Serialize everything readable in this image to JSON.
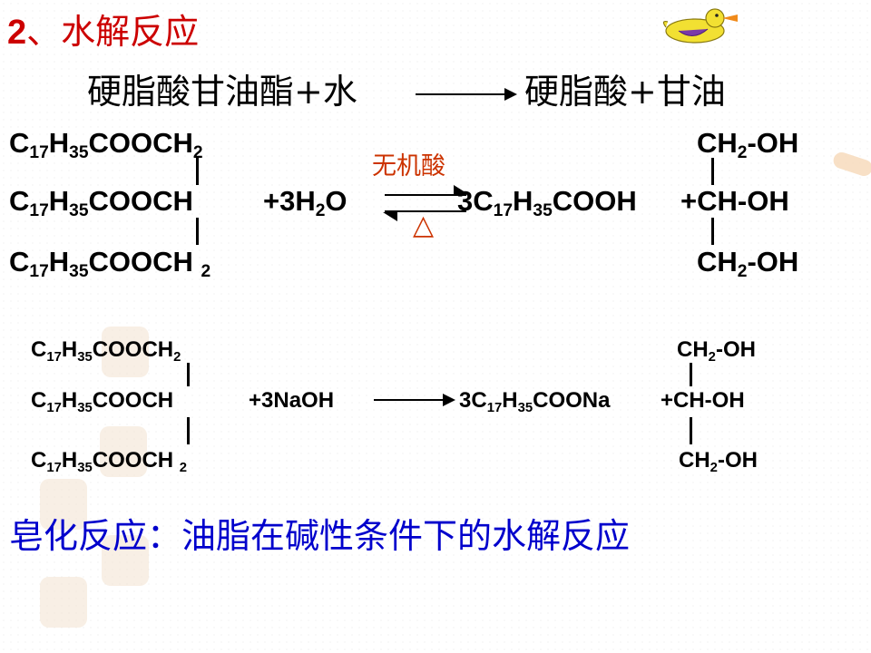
{
  "slide": {
    "heading_number": "2",
    "heading_separator": "、",
    "heading_text": "水解反应",
    "colors": {
      "heading_number": "#cc0000",
      "heading_text": "#cc0000",
      "word_equation": "#000000",
      "definition": "#0000cc",
      "catalyst": "#cc3300"
    }
  },
  "word_equation": {
    "left": "硬脂酸甘油酯+水",
    "right": "硬脂酸+甘油"
  },
  "acid_hydrolysis": {
    "row1_left": [
      "C",
      "17",
      "H",
      "35",
      "COOCH",
      "2"
    ],
    "row2_left": [
      "C",
      "17",
      "H",
      "35",
      "COOCH"
    ],
    "row3_left": [
      "C",
      "17",
      "H",
      "35",
      "COOCH ",
      "2"
    ],
    "reagent": [
      "+3H",
      "2",
      "O"
    ],
    "catalyst_top": "无机酸",
    "catalyst_bottom": "△",
    "product_acid": [
      "3C",
      "17",
      "H",
      "35",
      "COOH"
    ],
    "glycerol_row1": [
      "CH",
      "2",
      "-OH"
    ],
    "glycerol_row2": "+CH-OH",
    "glycerol_row3": [
      "CH",
      "2",
      "-OH"
    ]
  },
  "base_hydrolysis": {
    "row1_left": [
      "C",
      "17",
      "H",
      "35",
      "COOCH",
      "2"
    ],
    "row2_left": [
      "C",
      "17",
      "H",
      "35",
      "COOCH"
    ],
    "row3_left": [
      "C",
      "17",
      "H",
      "35",
      "COOCH ",
      "2"
    ],
    "reagent": "+3NaOH",
    "product_salt": [
      "3C",
      "17",
      "H",
      "35",
      "COONa"
    ],
    "glycerol_row1": [
      "CH",
      "2",
      "-OH"
    ],
    "glycerol_row2": "+CH-OH",
    "glycerol_row3": [
      "CH",
      "2",
      "-OH"
    ]
  },
  "definition": "皂化反应：油脂在碱性条件下的水解反应",
  "decorations": {
    "mascot_icon": "duck-icon",
    "watermark_icon": "seal-stamp-icon"
  }
}
